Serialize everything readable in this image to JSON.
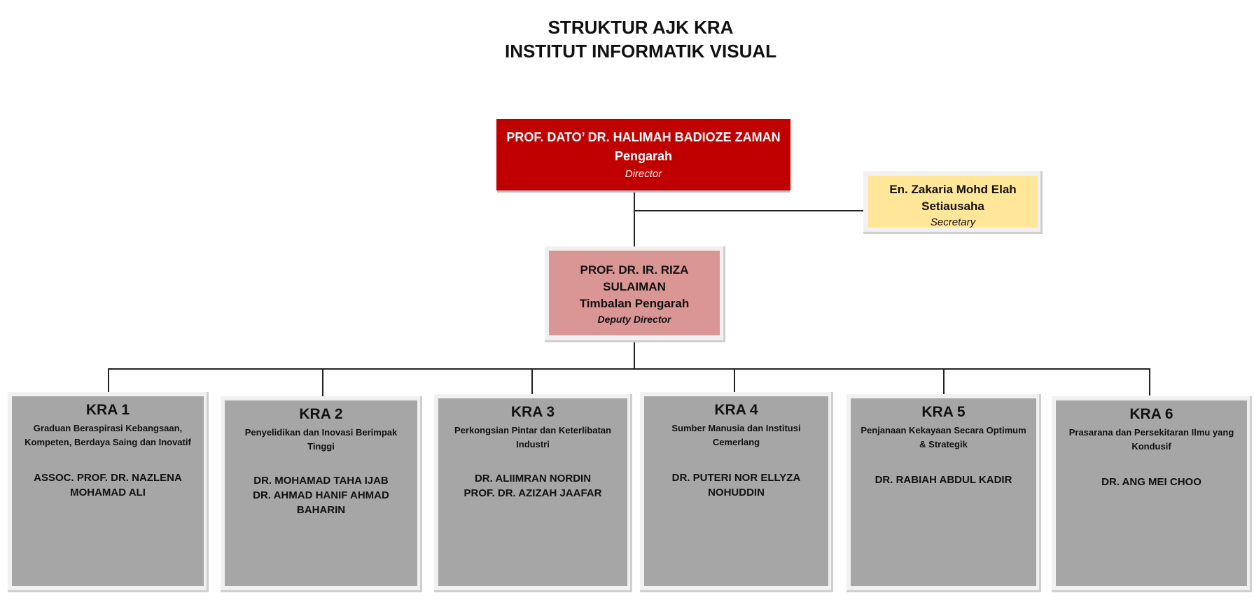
{
  "header": {
    "title_line1": "STRUKTUR AJK KRA",
    "title_line2": "INSTITUT INFORMATIK VISUAL"
  },
  "director": {
    "name": "PROF. DATO’ DR. HALIMAH BADIOZE ZAMAN",
    "role": "Pengarah",
    "role_en": "Director",
    "color": "#c00000"
  },
  "secretary": {
    "name": "En. Zakaria Mohd Elah",
    "role": "Setiausaha",
    "role_en": "Secretary",
    "color": "#ffe699"
  },
  "deputy": {
    "name": "PROF. DR. IR. RIZA SULAIMAN",
    "role": "Timbalan Pengarah",
    "role_en": "Deputy Director",
    "color": "#da9694"
  },
  "kras": [
    {
      "title": "KRA 1",
      "description": "Graduan Beraspirasi Kebangsaan, Kompeten, Berdaya Saing dan Inovatif",
      "people": [
        "ASSOC. PROF. DR. NAZLENA MOHAMAD ALI"
      ]
    },
    {
      "title": "KRA 2",
      "description": "Penyelidikan dan Inovasi Berimpak Tinggi",
      "people": [
        "DR. MOHAMAD TAHA IJAB",
        "DR. AHMAD HANIF AHMAD BAHARIN"
      ]
    },
    {
      "title": "KRA 3",
      "description": "Perkongsian Pintar dan Keterlibatan Industri",
      "people": [
        "DR. ALIIMRAN NORDIN",
        "PROF. DR. AZIZAH JAAFAR"
      ]
    },
    {
      "title": "KRA 4",
      "description": "Sumber Manusia dan Institusi Cemerlang",
      "people": [
        "DR. PUTERI NOR ELLYZA NOHUDDIN"
      ]
    },
    {
      "title": "KRA 5",
      "description": "Penjanaan Kekayaan Secara Optimum & Strategik",
      "people": [
        "DR. RABIAH ABDUL KADIR"
      ]
    },
    {
      "title": "KRA 6",
      "description": "Prasarana dan Persekitaran Ilmu yang Kondusif",
      "people": [
        "DR. ANG MEI CHOO"
      ]
    }
  ],
  "kra_color": "#a6a6a6"
}
